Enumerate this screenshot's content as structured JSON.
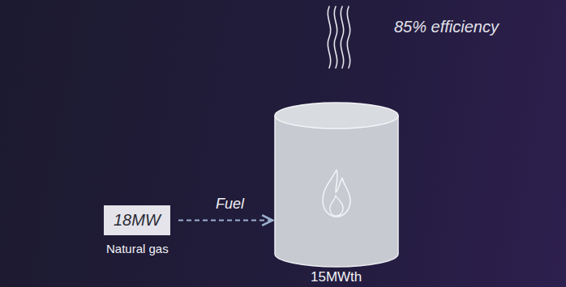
{
  "diagram": {
    "nodes": [
      {
        "text": [
          "18MW",
          "Natural gas"
        ]
      },
      {
        "text": [
          "15MWth"
        ]
      }
    ],
    "edges": [
      {
        "from": 0,
        "to": 1,
        "label": "Fuel",
        "arrow": "to"
      }
    ],
    "labels": [
      "85% efficiency"
    ]
  }
}
